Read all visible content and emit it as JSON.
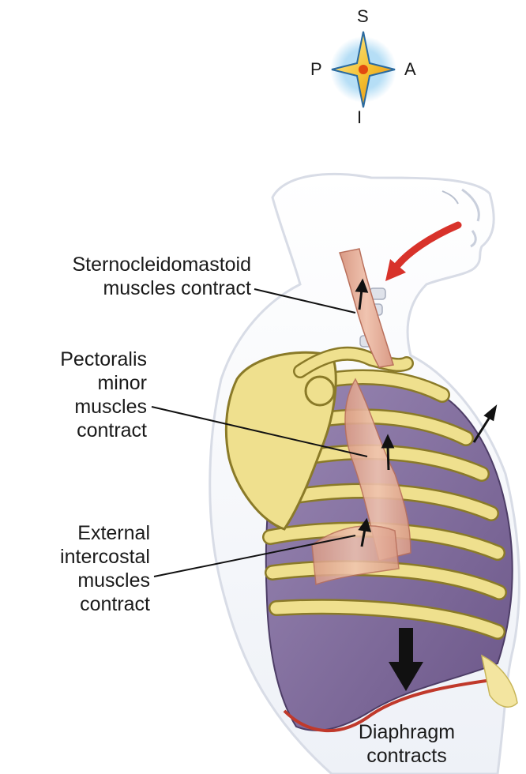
{
  "compass": {
    "superior": "S",
    "inferior": "I",
    "posterior": "P",
    "anterior": "A"
  },
  "labels": {
    "sternocleidomastoid": [
      "Sternocleidomastoid",
      "muscles contract"
    ],
    "pectoralis": [
      "Pectoralis",
      "minor",
      "muscles",
      "contract"
    ],
    "intercostal": [
      "External",
      "intercostal",
      "muscles",
      "contract"
    ],
    "diaphragm": [
      "Diaphragm",
      "contracts"
    ]
  },
  "colors": {
    "bone": "#efe08e",
    "bone_outline": "#8a7a28",
    "lung": "#7d6a97",
    "muscle": "#e3b29c",
    "skin_outline": "#d8dce6",
    "red_arrow": "#d8322a",
    "diaphragm_line": "#c0392b"
  }
}
